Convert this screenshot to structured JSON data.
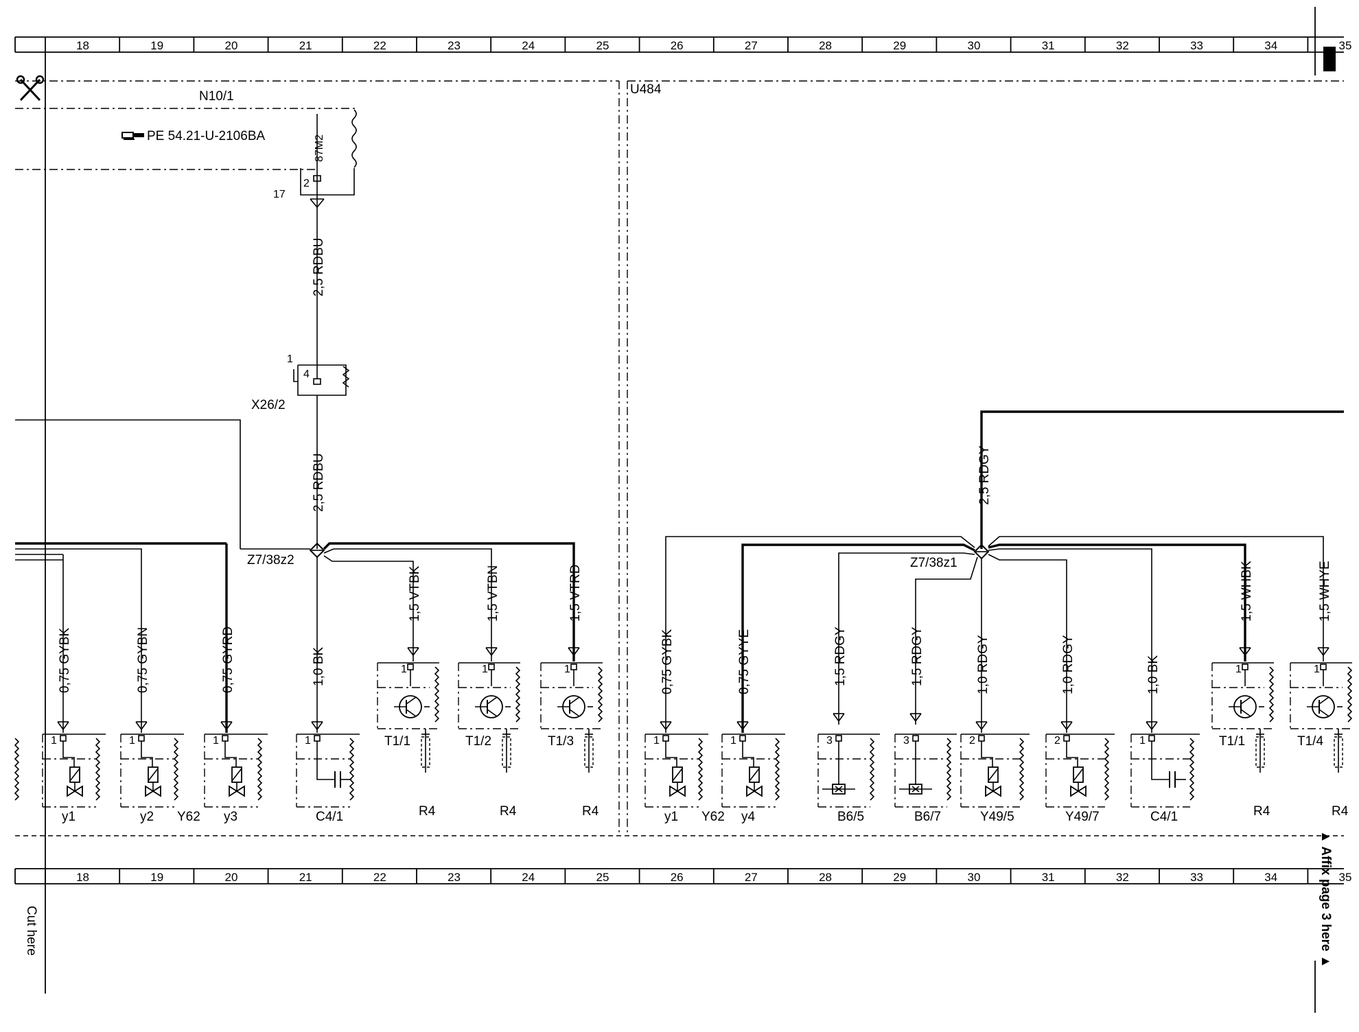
{
  "grid": {
    "columns": [
      "18",
      "19",
      "20",
      "21",
      "22",
      "23",
      "24",
      "25",
      "26",
      "27",
      "28",
      "29",
      "30",
      "31",
      "32",
      "33",
      "34",
      "35"
    ]
  },
  "margin": {
    "cut_here": "Cut here",
    "affix_here": "▲ Affix page 3 here ▲"
  },
  "blocks": {
    "left_title": "N10/1",
    "right_title": "U484",
    "reference": "PE 54.21-U-2106BA",
    "reference_icon": "pointing-hand-icon"
  },
  "labels": {
    "connector_87m2": "87M2",
    "pin_2": "2",
    "pin_17": "17",
    "pin_1": "1",
    "pin_4": "4",
    "x26": "X26/2",
    "splice_left": "Z7/38z2",
    "splice_right": "Z7/38z1"
  },
  "wires": {
    "upper_main": "2,5 RDBU",
    "lower_main": "2,5 RDBU",
    "right_main": "2,5 RDGY",
    "left": [
      "0,75 GYBK",
      "0,75 GYBN",
      "0,75 GYRD",
      "1,0 BK",
      "1,5 VTBK",
      "1,5 VTBN",
      "1,5 VTRD"
    ],
    "right": [
      "0,75 GYBK",
      "0,75 GYYE",
      "1,5 RDGY",
      "1,5 RDGY",
      "1,0 RDGY",
      "1,0 RDGY",
      "1,0 BK",
      "1,5 WHBK",
      "1,5 WHYE"
    ]
  },
  "components": {
    "left": [
      {
        "pin": "1",
        "name": "y1",
        "extra": ""
      },
      {
        "pin": "1",
        "name": "y2",
        "extra": "Y62"
      },
      {
        "pin": "1",
        "name": "y3",
        "extra": ""
      },
      {
        "pin": "1",
        "name": "C4/1",
        "extra": ""
      }
    ],
    "left_transistors": [
      {
        "pin": "1",
        "name": "T1/1",
        "resistor": "R4"
      },
      {
        "pin": "1",
        "name": "T1/2",
        "resistor": "R4"
      },
      {
        "pin": "1",
        "name": "T1/3",
        "resistor": "R4"
      }
    ],
    "right": [
      {
        "pin": "1",
        "name": "y1",
        "extra": "Y62"
      },
      {
        "pin": "1",
        "name": "y4",
        "extra": ""
      },
      {
        "pin": "3",
        "name": "B6/5",
        "extra": ""
      },
      {
        "pin": "3",
        "name": "B6/7",
        "extra": ""
      },
      {
        "pin": "2",
        "name": "Y49/5",
        "extra": ""
      },
      {
        "pin": "2",
        "name": "Y49/7",
        "extra": ""
      },
      {
        "pin": "1",
        "name": "C4/1",
        "extra": ""
      }
    ],
    "right_transistors": [
      {
        "pin": "1",
        "name": "T1/1",
        "resistor": "R4"
      },
      {
        "pin": "1",
        "name": "T1/4",
        "resistor": "R4"
      }
    ]
  },
  "colors": {
    "ink": "#000000",
    "paper": "#ffffff"
  }
}
